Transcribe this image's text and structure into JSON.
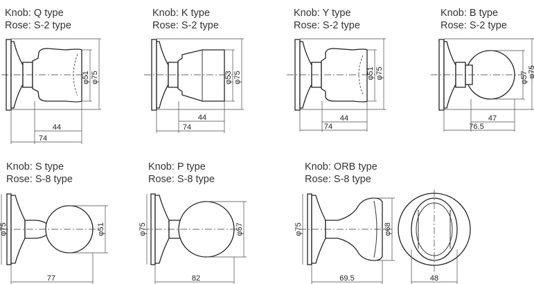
{
  "knobs": [
    {
      "knob": "Knob: Q type",
      "rose": "Rose: S-2 type",
      "dims": [
        "φ51",
        "φ75",
        "44",
        "74"
      ]
    },
    {
      "knob": "Knob: K type",
      "rose": "Rose: S-2 type",
      "dims": [
        "φ53",
        "φ75",
        "44",
        "74"
      ]
    },
    {
      "knob": "Knob: Y type",
      "rose": "Rose: S-2 type",
      "dims": [
        "φ51",
        "φ75",
        "44",
        "74"
      ]
    },
    {
      "knob": "Knob: B type",
      "rose": "Rose: S-2 type",
      "dims": [
        "φ57",
        "φ75",
        "47",
        "76.5"
      ]
    },
    {
      "knob": "Knob: S type",
      "rose": "Rose: S-8 type",
      "dims": [
        "φ75",
        "φ51",
        "77"
      ]
    },
    {
      "knob": "Knob: P type",
      "rose": "Rose: S-8 type",
      "dims": [
        "φ75",
        "φ57",
        "82"
      ]
    },
    {
      "knob": "Knob: ORB type",
      "rose": "Rose: S-8 type",
      "dims": [
        "φ75",
        "φ68",
        "69.5",
        "48"
      ]
    }
  ]
}
